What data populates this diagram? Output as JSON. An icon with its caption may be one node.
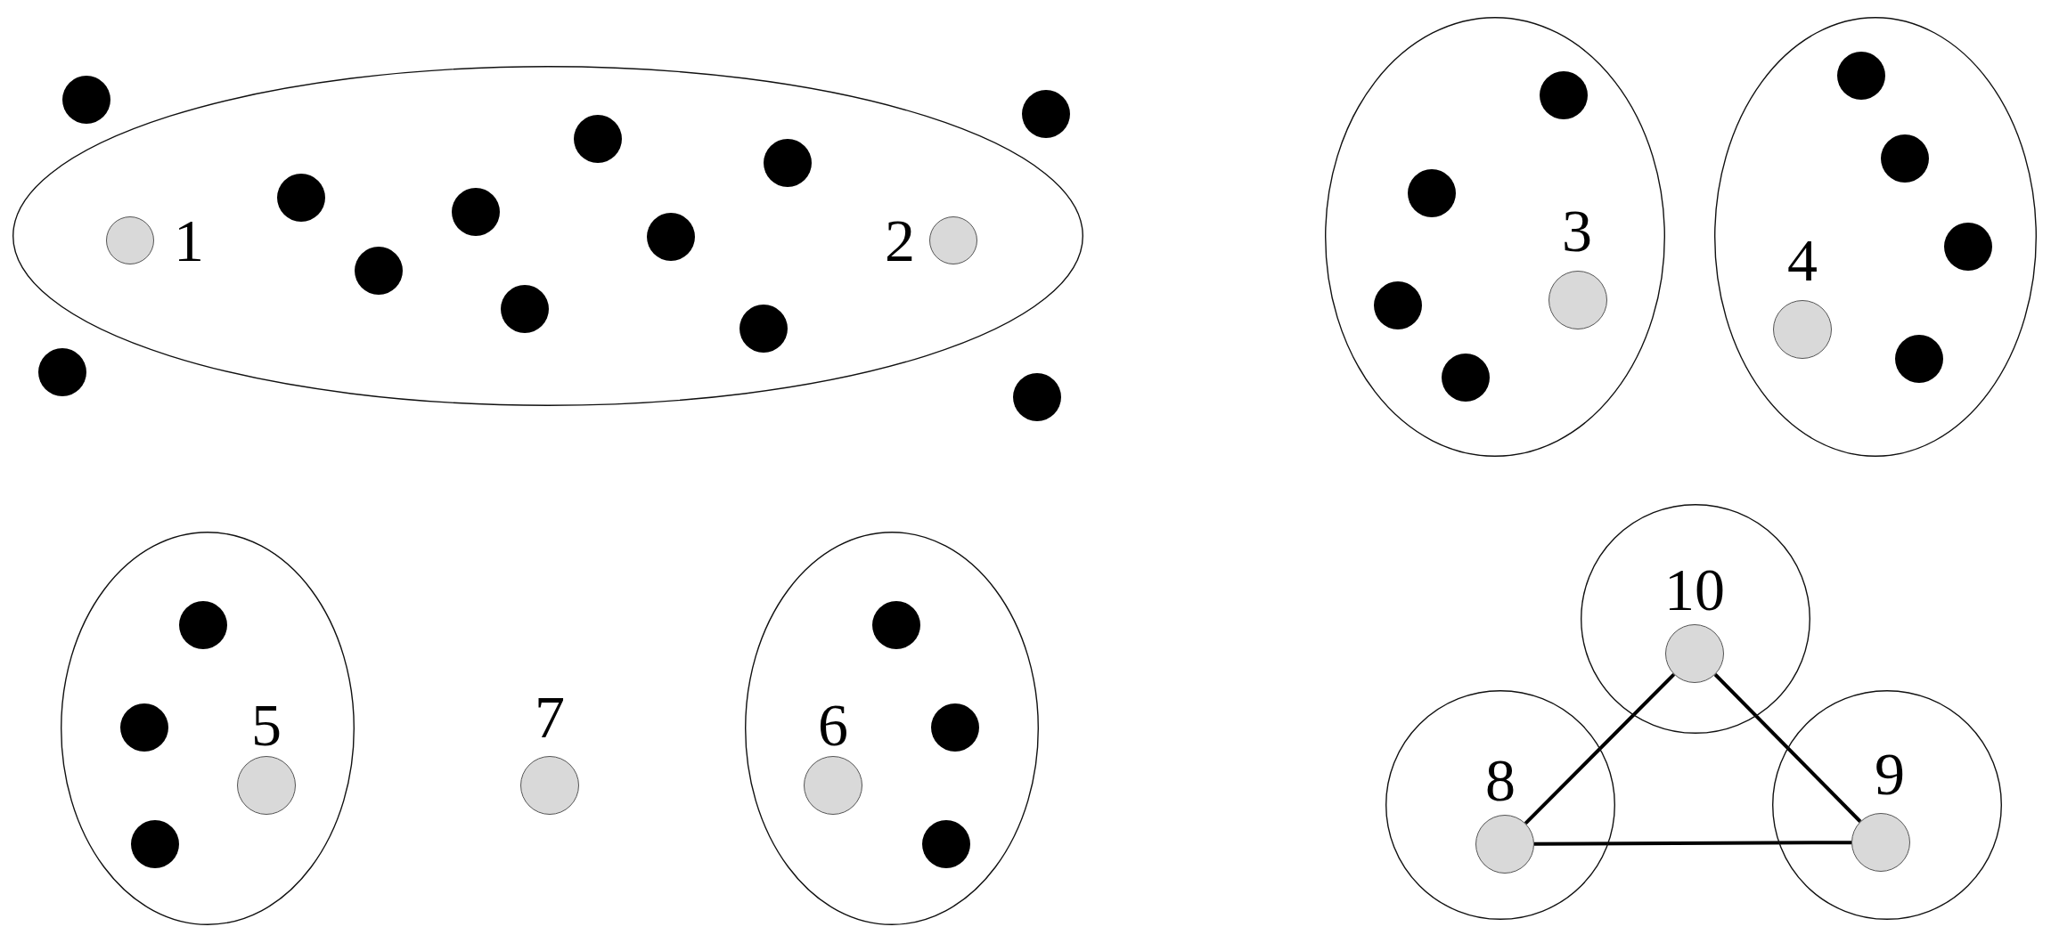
{
  "diagram": {
    "nodes": [
      {
        "text": [],
        "shape": "ellipse"
      },
      {
        "text": [],
        "shape": "circle",
        "in": 0,
        "beside": [
          "1"
        ]
      },
      {
        "text": [],
        "shape": "circle",
        "in": 0,
        "beside": [
          "2"
        ]
      },
      {
        "text": [],
        "shape": "dot",
        "in": 0
      },
      {
        "text": [],
        "shape": "dot",
        "in": 0
      },
      {
        "text": [],
        "shape": "dot",
        "in": 0
      },
      {
        "text": [],
        "shape": "dot",
        "in": 0
      },
      {
        "text": [],
        "shape": "dot",
        "in": 0
      },
      {
        "text": [],
        "shape": "dot",
        "in": 0
      },
      {
        "text": [],
        "shape": "dot",
        "in": 0
      },
      {
        "text": [],
        "shape": "dot",
        "in": 0
      },
      {
        "text": [],
        "shape": "dot"
      },
      {
        "text": [],
        "shape": "dot"
      },
      {
        "text": [],
        "shape": "dot"
      },
      {
        "text": [],
        "shape": "dot"
      },
      {
        "text": [],
        "shape": "ellipse"
      },
      {
        "text": [],
        "shape": "circle",
        "in": 15,
        "beside": [
          "3"
        ]
      },
      {
        "text": [],
        "shape": "dot",
        "in": 15
      },
      {
        "text": [],
        "shape": "dot",
        "in": 15
      },
      {
        "text": [],
        "shape": "dot",
        "in": 15
      },
      {
        "text": [],
        "shape": "dot",
        "in": 15
      },
      {
        "text": [],
        "shape": "ellipse"
      },
      {
        "text": [],
        "shape": "circle",
        "in": 21,
        "beside": [
          "4"
        ]
      },
      {
        "text": [],
        "shape": "dot",
        "in": 21
      },
      {
        "text": [],
        "shape": "dot",
        "in": 21
      },
      {
        "text": [],
        "shape": "dot",
        "in": 21
      },
      {
        "text": [],
        "shape": "dot",
        "in": 21
      },
      {
        "text": [],
        "shape": "ellipse"
      },
      {
        "text": [],
        "shape": "circle",
        "in": 27,
        "beside": [
          "5"
        ]
      },
      {
        "text": [],
        "shape": "dot",
        "in": 27
      },
      {
        "text": [],
        "shape": "dot",
        "in": 27
      },
      {
        "text": [],
        "shape": "dot",
        "in": 27
      },
      {
        "text": [],
        "shape": "circle",
        "beside": [
          "7"
        ]
      },
      {
        "text": [],
        "shape": "ellipse"
      },
      {
        "text": [],
        "shape": "circle",
        "in": 33,
        "beside": [
          "6"
        ]
      },
      {
        "text": [],
        "shape": "dot",
        "in": 33
      },
      {
        "text": [],
        "shape": "dot",
        "in": 33
      },
      {
        "text": [],
        "shape": "dot",
        "in": 33
      },
      {
        "text": [],
        "shape": "circle"
      },
      {
        "text": [],
        "shape": "circle",
        "in": 38,
        "beside": [
          "10"
        ]
      },
      {
        "text": [],
        "shape": "circle"
      },
      {
        "text": [],
        "shape": "circle",
        "in": 40,
        "beside": [
          "8"
        ]
      },
      {
        "text": [],
        "shape": "circle"
      },
      {
        "text": [],
        "shape": "circle",
        "in": 42,
        "beside": [
          "9"
        ]
      }
    ],
    "edges": [
      {
        "from": 39,
        "to": 41,
        "arrow": "none"
      },
      {
        "from": 39,
        "to": 43,
        "arrow": "none"
      },
      {
        "from": 41,
        "to": 43,
        "arrow": "none"
      }
    ]
  }
}
